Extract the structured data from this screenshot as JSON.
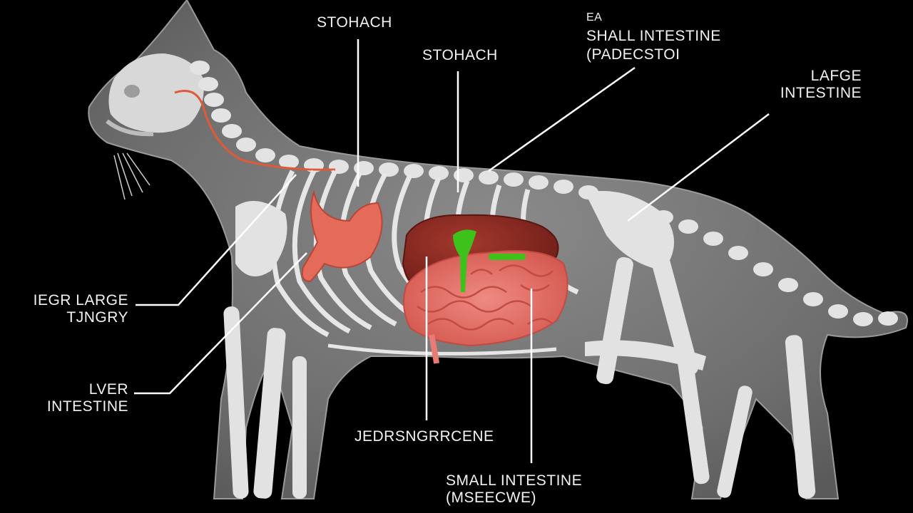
{
  "colors": {
    "background": "#000000",
    "body_silhouette": "#7d7d7d",
    "bone": "#e6e6e6",
    "nerve_line": "#e05a3a",
    "liver": "#8e2a22",
    "stomach": "#e46a5a",
    "intestine": "#e97a74",
    "gallbladder": "#3ec21b",
    "leader_line": "#ffffff",
    "label_text": "#f2f2f2"
  },
  "labels": {
    "stomach_top": "STOHACH",
    "stomach_second": "STOHACH",
    "small_intestine_top": {
      "line1": "EA",
      "line2": "SHALL INTESTINE",
      "line3": "(PADECSTOI"
    },
    "large_intestine_right": {
      "line1": "LAFGE",
      "line2": "INTESTINE"
    },
    "left_upper": {
      "line1": "IEGR LARGE",
      "line2": "TJNGRY"
    },
    "left_lower": {
      "line1": "LVER",
      "line2": "INTESTINE"
    },
    "bottom_center": "JEDRSNGRRCENE",
    "small_intestine_bottom": {
      "line1": "SMALL INTESTINE",
      "line2": "(MSEECWE)"
    }
  }
}
